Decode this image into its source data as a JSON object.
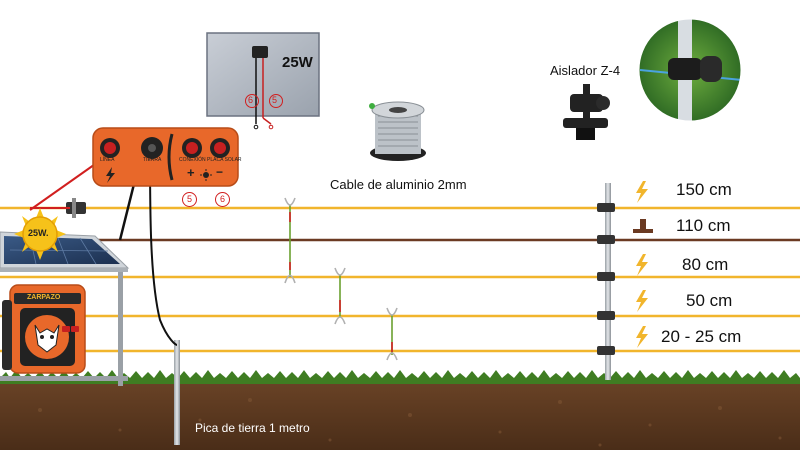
{
  "solar_panel": {
    "label": "25W",
    "terminal_left": "6",
    "terminal_right": "5"
  },
  "cable": {
    "label": "Cable de aluminio 2mm"
  },
  "insulator": {
    "label": "Aislador Z-4"
  },
  "ground_rod": {
    "label": "Pica de tierra 1 metro"
  },
  "energizer": {
    "brand": "ZARPAZO",
    "badge": "25W.",
    "panel_labels": {
      "linea": "LÍNEA",
      "tierra": "TIERRA",
      "conexion": "CONEXIÓN PLACA SOLAR",
      "plus": "+",
      "minus": "−"
    },
    "callouts": [
      "5",
      "6"
    ]
  },
  "wires": [
    {
      "height": "150 cm",
      "type": "electrified",
      "icon": "lightning-icon",
      "color": "#f1b52c"
    },
    {
      "height": "110 cm",
      "type": "ground",
      "icon": "ground-icon",
      "color": "#6b3a22"
    },
    {
      "height": "80 cm",
      "type": "electrified",
      "icon": "lightning-icon",
      "color": "#f1b52c"
    },
    {
      "height": "50 cm",
      "type": "electrified",
      "icon": "lightning-icon",
      "color": "#f1b52c"
    },
    {
      "height": "20 - 25 cm",
      "type": "electrified",
      "icon": "lightning-icon",
      "color": "#f1b52c"
    }
  ],
  "colors": {
    "soil": "#5a3820",
    "grass": "#3f7d22",
    "energizer_orange": "#e8682a",
    "positive_wire": "#d11f1f",
    "ground_wire": "#111111"
  }
}
